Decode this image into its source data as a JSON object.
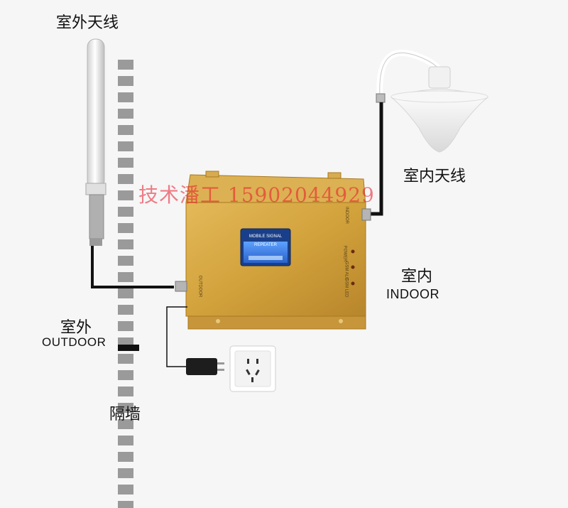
{
  "labels": {
    "outdoor_antenna": "室外天线",
    "indoor_antenna": "室内天线",
    "indoor_zh": "室内",
    "indoor_en": "INDOOR",
    "outdoor_zh": "室外",
    "outdoor_en": "OUTDOOR",
    "wall": "隔墙"
  },
  "watermark": "技术潘工 15902044929",
  "device": {
    "panel_title": "MOBILE SIGNAL REPEATER",
    "port_indoor": "INDOOR",
    "port_outdoor": "OUTDOOR",
    "led_labels": [
      "POWER",
      "GSM ALC",
      "GSM LED"
    ]
  },
  "colors": {
    "repeater_body": "#d2a23c",
    "lcd": "#3d7fe0",
    "watermark": "#e8182a",
    "cable": "#111111"
  }
}
